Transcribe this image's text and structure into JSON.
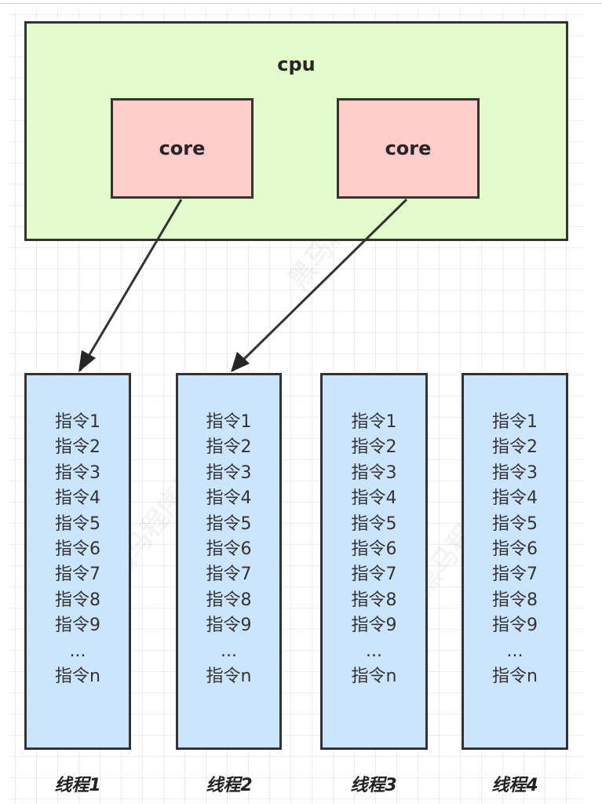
{
  "cpu": {
    "label": "cpu",
    "cores": [
      {
        "label": "core"
      },
      {
        "label": "core"
      }
    ]
  },
  "threads": [
    {
      "label": "线程1",
      "instructions": [
        "指令1",
        "指令2",
        "指令3",
        "指令4",
        "指令5",
        "指令6",
        "指令7",
        "指令8",
        "指令9",
        "...",
        "指令n"
      ]
    },
    {
      "label": "线程2",
      "instructions": [
        "指令1",
        "指令2",
        "指令3",
        "指令4",
        "指令5",
        "指令6",
        "指令7",
        "指令8",
        "指令9",
        "...",
        "指令n"
      ]
    },
    {
      "label": "线程3",
      "instructions": [
        "指令1",
        "指令2",
        "指令3",
        "指令4",
        "指令5",
        "指令6",
        "指令7",
        "指令8",
        "指令9",
        "...",
        "指令n"
      ]
    },
    {
      "label": "线程4",
      "instructions": [
        "指令1",
        "指令2",
        "指令3",
        "指令4",
        "指令5",
        "指令6",
        "指令7",
        "指令8",
        "指令9",
        "...",
        "指令n"
      ]
    }
  ],
  "connections": [
    {
      "from": "core 1",
      "to": "线程1"
    },
    {
      "from": "core 2",
      "to": "线程2"
    }
  ],
  "watermark": "黑马程序员",
  "colors": {
    "cpu_fill": "#e4fccc",
    "core_fill": "#ffcccc",
    "thread_fill": "#cce5ff",
    "border": "#333333"
  }
}
